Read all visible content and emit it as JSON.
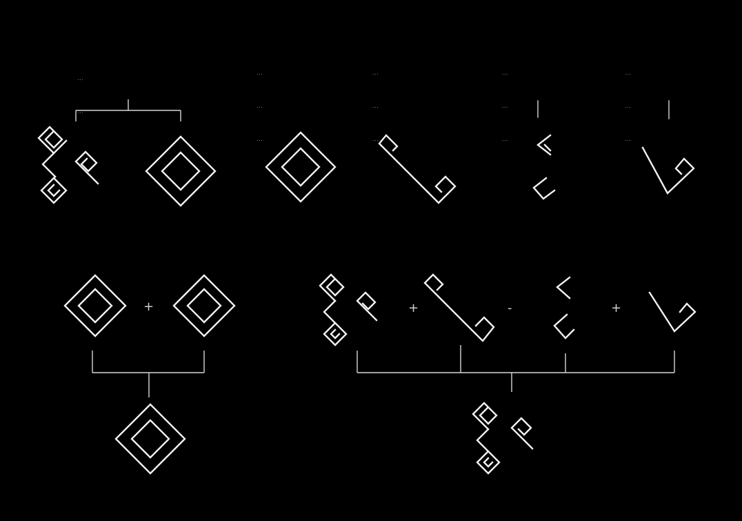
{
  "colors": {
    "background": "#000000",
    "line": "#f2f2f2",
    "text": "#bdbdbd"
  },
  "captions": [
    {
      "id": "caption-group-1",
      "lines": [
        "...",
        "..."
      ]
    },
    {
      "id": "caption-diamond",
      "lines": [
        "...",
        "...",
        "..."
      ]
    },
    {
      "id": "caption-diagonal",
      "lines": [
        "...",
        "...",
        "..."
      ]
    },
    {
      "id": "caption-hooks",
      "lines": [
        "...",
        "...",
        "..."
      ]
    },
    {
      "id": "caption-chevron",
      "lines": [
        "...",
        "...",
        "..."
      ]
    }
  ],
  "operators": {
    "plus": "+",
    "minus": "-"
  },
  "motifs": [
    "spiral-zigzag-motif",
    "concentric-diamond-motif",
    "diagonal-spiral-motif",
    "stacked-hooks-motif",
    "spiral-chevron-motif"
  ]
}
